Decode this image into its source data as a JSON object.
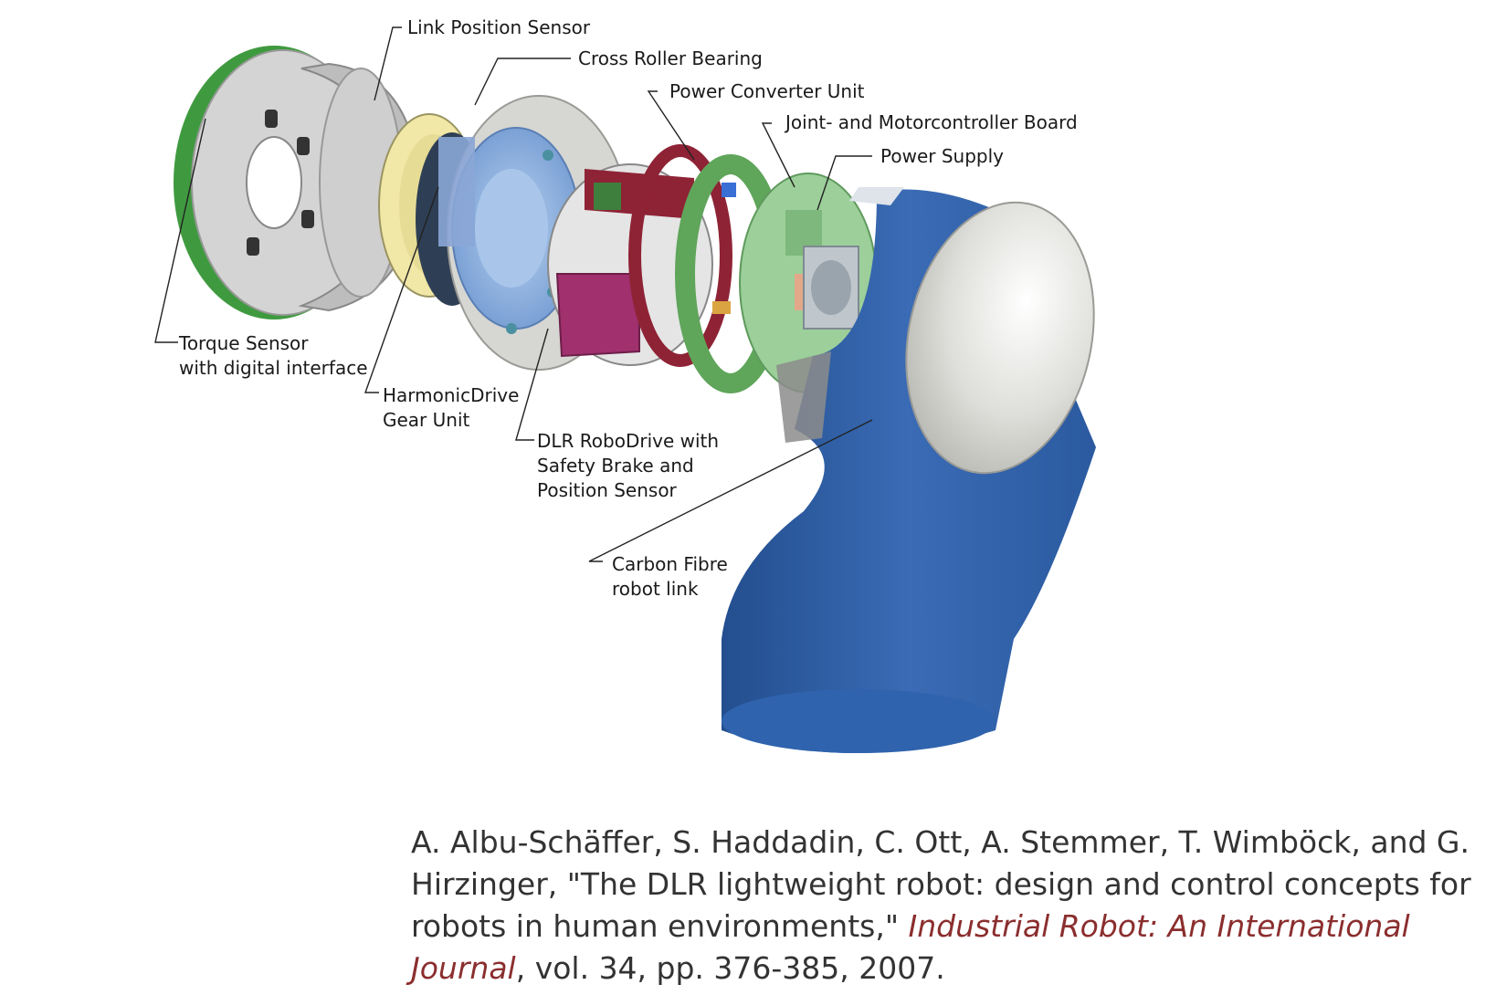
{
  "diagram": {
    "labels": {
      "link_position_sensor": "Link Position Sensor",
      "cross_roller_bearing": "Cross Roller Bearing",
      "power_converter_unit": "Power Converter Unit",
      "joint_motorcontroller_board": "Joint- and Motorcontroller Board",
      "power_supply": "Power Supply",
      "torque_sensor": [
        "Torque Sensor",
        "with digital interface"
      ],
      "harmonicdrive": [
        "HarmonicDrive",
        "Gear Unit"
      ],
      "robodrive": [
        "DLR RoboDrive with",
        "Safety Brake and",
        "Position Sensor"
      ],
      "carbon_fibre": [
        "Carbon Fibre",
        "robot link"
      ]
    },
    "colors": {
      "link_blue": "#2f5fa6",
      "cap_grey": "#d9d9d4",
      "metal_grey": "#c8c8c8",
      "gear_yellow": "#f1e7a6",
      "bearing_blue": "#8fb3e0",
      "drive_magenta": "#a0306e",
      "drive_red": "#8e2335",
      "pcb_green": "#5fa55a",
      "board_green": "#9ccf9a"
    }
  },
  "citation": {
    "authors_title": "A. Albu-Schäffer, S. Haddadin, C. Ott, A. Stemmer, T. Wimböck, and G. Hirzinger, \"The DLR lightweight robot: design and control concepts for robots in human environments,\" ",
    "journal": "Industrial Robot: An International Journal",
    "details": ", vol. 34, pp. 376-385, 2007."
  }
}
